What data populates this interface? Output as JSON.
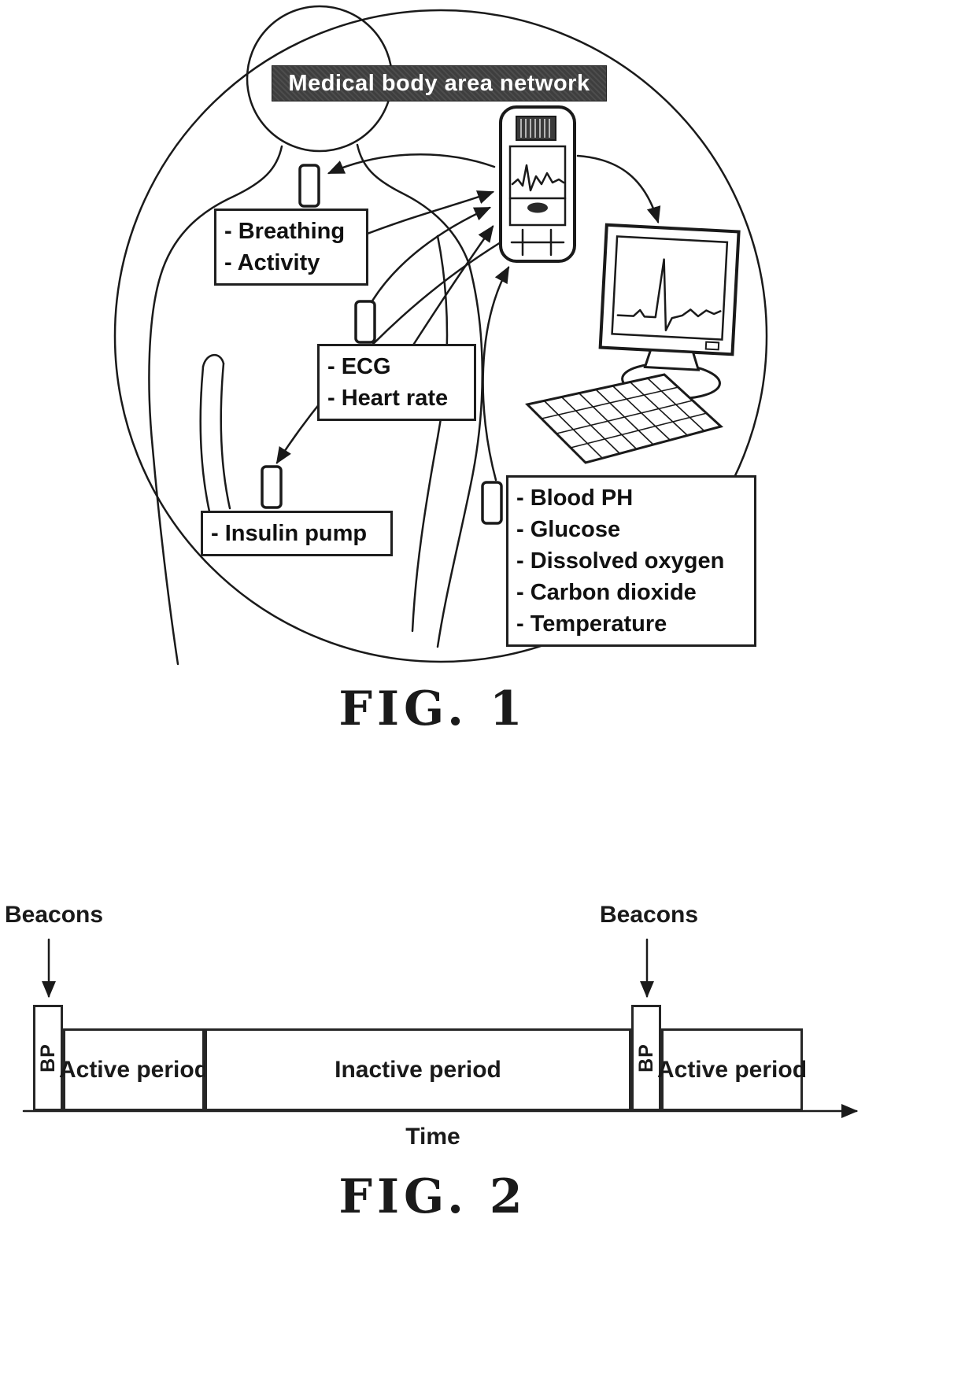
{
  "fig1": {
    "title": "Medical body area network",
    "caption": "FIG. 1",
    "labels": {
      "breathing": [
        "- Breathing",
        "- Activity"
      ],
      "ecg": [
        "- ECG",
        "- Heart rate"
      ],
      "insulin": [
        "- Insulin pump"
      ],
      "blood": [
        "- Blood PH",
        "- Glucose",
        "- Dissolved oxygen",
        "- Carbon dioxide",
        "- Temperature"
      ]
    },
    "icons": {
      "sensors": [
        "chest-sensor",
        "ecg-sensor",
        "insulin-pump-sensor",
        "blood-chemistry-sensor"
      ],
      "devices": [
        "mobile-device",
        "computer-monitor",
        "keyboard"
      ]
    }
  },
  "fig2": {
    "caption": "FIG. 2",
    "beacons_left": "Beacons",
    "beacons_right": "Beacons",
    "bp_left": "BP",
    "bp_right": "BP",
    "active_period_1": "Active period",
    "inactive_period": "Inactive period",
    "active_period_2": "Active period",
    "time_label": "Time"
  },
  "colors": {
    "ink": "#1a1a1a",
    "title_bg": "#3e3e3e",
    "paper": "#ffffff"
  }
}
